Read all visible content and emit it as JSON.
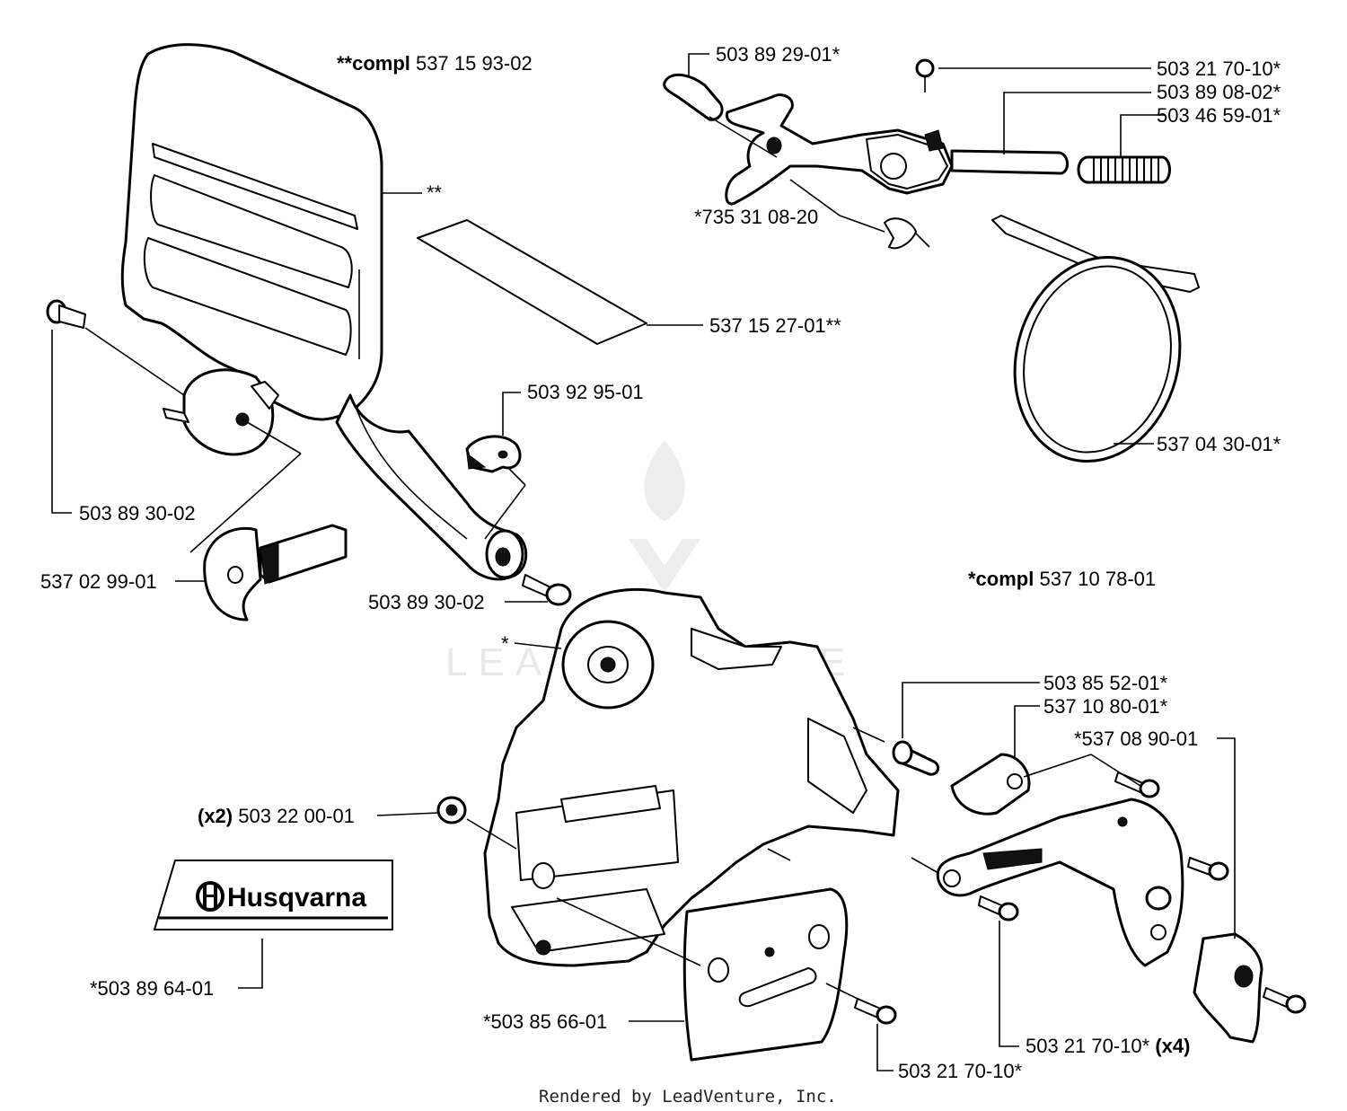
{
  "assemblies": {
    "front_guard": {
      "prefix": "**compl",
      "number": "537 15 93-02"
    },
    "chain_brake": {
      "prefix": "*compl",
      "number": "537 10 78-01"
    }
  },
  "callouts": {
    "p_503_89_29_01": "503 89 29-01*",
    "p_503_21_70_10_top": "503 21 70-10*",
    "p_503_89_08_02": "503 89 08-02*",
    "p_503_46_59_01": "503 46 59-01*",
    "p_735_31_08_20": "*735 31 08-20",
    "guard_marker": "**",
    "p_537_15_27_01": "537 15 27-01**",
    "p_503_92_95_01": "503 92 95-01",
    "p_537_04_30_01": "537 04 30-01*",
    "p_503_89_30_02_left": "503 89 30-02",
    "p_537_02_99_01": "537 02 99-01",
    "p_503_89_30_02_mid": "503 89 30-02",
    "cover_marker": "*",
    "p_503_85_52_01": "503 85 52-01*",
    "p_537_10_80_01": "537 10 80-01*",
    "p_537_08_90_01": "*537 08 90-01",
    "p_503_22_00_01_qty": "(x2)",
    "p_503_22_00_01": "503 22 00-01",
    "p_503_89_64_01": "*503 89 64-01",
    "p_503_85_66_01": "*503 85 66-01",
    "p_503_21_70_10_bottom": "503 21 70-10*",
    "p_503_21_70_10_x4": "503 21 70-10*",
    "p_503_21_70_10_x4_qty": "(x4)"
  },
  "decal": {
    "brand": "Husqvarna"
  },
  "watermark": "LEADVENTURE",
  "footer": "Rendered by LeadVenture, Inc."
}
